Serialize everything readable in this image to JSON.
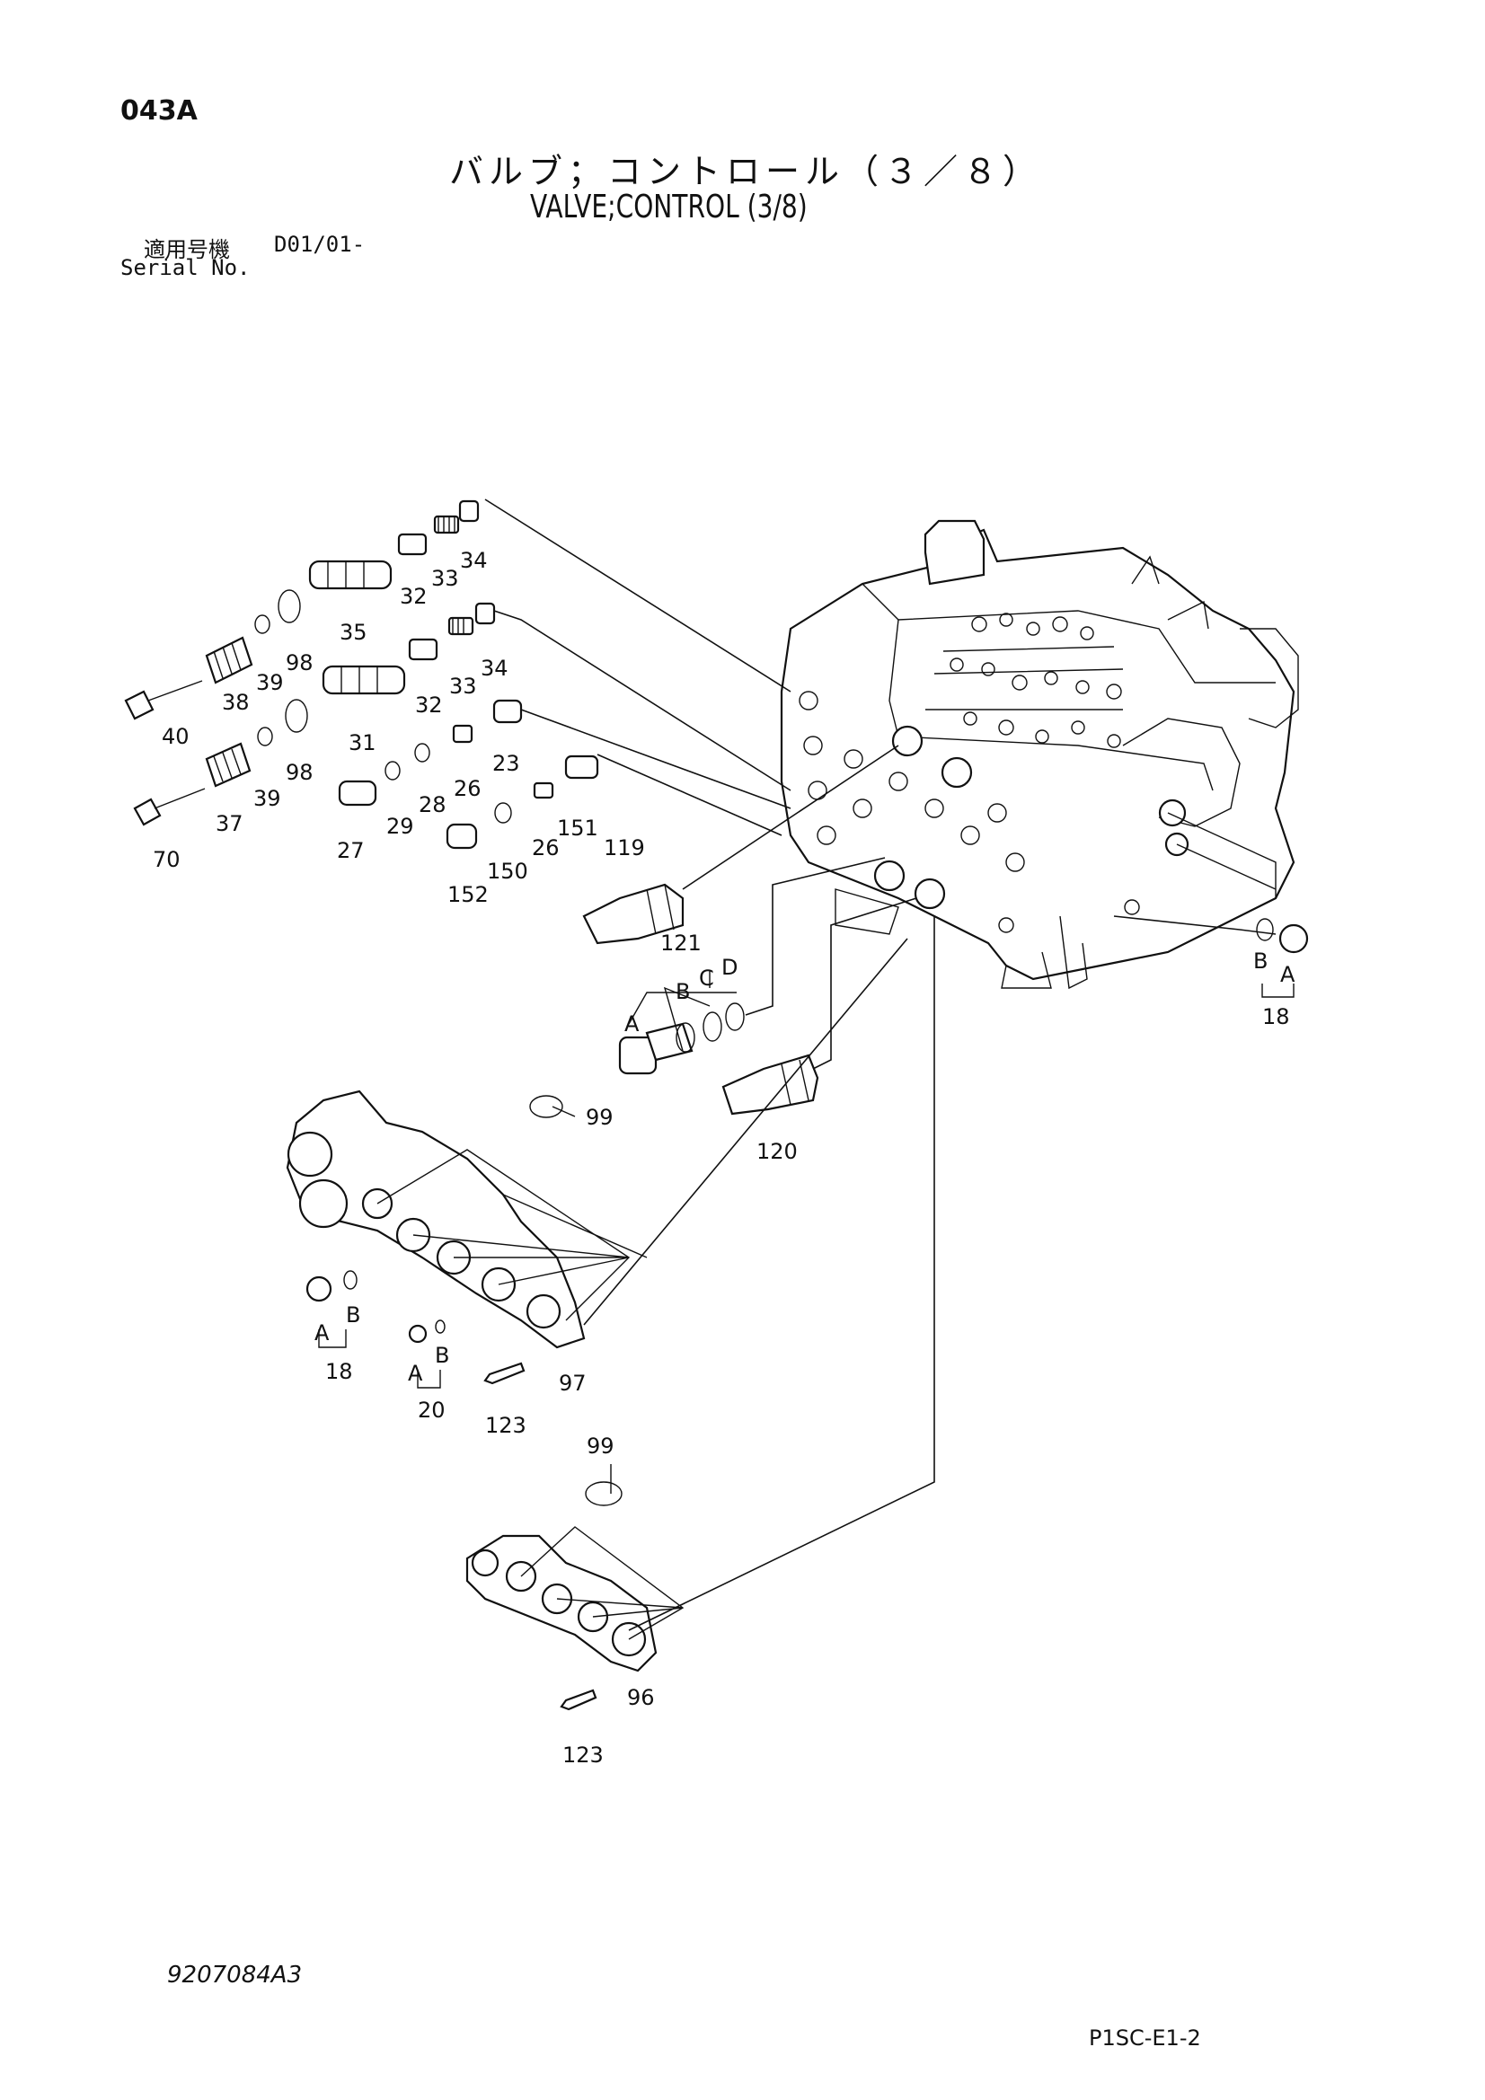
{
  "header": {
    "page_code": "043A",
    "title_jp": "バルブ；コントロール（３／８）",
    "title_en": "VALVE;CONTROL (3/8)",
    "serial_label_jp": "適用号機",
    "serial_value": "D01/01-",
    "serial_label_en": "Serial No."
  },
  "footer": {
    "doc_number": "9207084A3",
    "sheet_code": "P1SC-E1-2"
  },
  "callouts": {
    "p34a": "34",
    "p33a": "33",
    "p32a": "32",
    "p35": "35",
    "p98a": "98",
    "p39a": "39",
    "p38": "38",
    "p40": "40",
    "p34b": "34",
    "p33b": "33",
    "p32b": "32",
    "p31": "31",
    "p98b": "98",
    "p39b": "39",
    "p37": "37",
    "p70": "70",
    "p23": "23",
    "p26a": "26",
    "p28": "28",
    "p29": "29",
    "p27": "27",
    "p151": "151",
    "p26b": "26",
    "p150": "150",
    "p152": "152",
    "p119": "119",
    "p121": "121",
    "sA1": "A",
    "sB1": "B",
    "sC1": "C",
    "sD1": "D",
    "p120": "120",
    "p99a": "99",
    "sB2": "B",
    "sA2": "A",
    "p18a": "18",
    "sA3": "A",
    "sB3": "B",
    "p18b": "18",
    "sA4": "A",
    "sB4": "B",
    "p20": "20",
    "p123a": "123",
    "p97": "97",
    "p99b": "99",
    "p96": "96",
    "p123b": "123"
  }
}
